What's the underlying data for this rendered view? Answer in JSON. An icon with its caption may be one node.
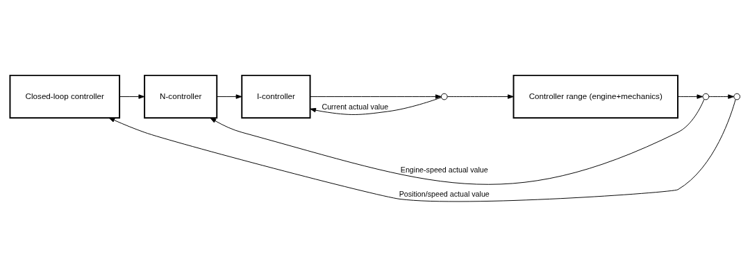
{
  "diagram": {
    "nodes": [
      {
        "text": [
          "Closed-loop controller"
        ]
      },
      {
        "text": [
          "N-controller"
        ]
      },
      {
        "text": [
          "I-controller"
        ]
      },
      {
        "text": [
          "Controller range (engine+mechanics)"
        ]
      },
      {
        "text": [],
        "shape": "circle"
      },
      {
        "text": [],
        "shape": "circle"
      },
      {
        "text": [],
        "shape": "circle"
      }
    ],
    "edges": [
      {
        "from": 0,
        "to": 1,
        "arrow": "to"
      },
      {
        "from": 1,
        "to": 2,
        "arrow": "to"
      },
      {
        "from": 2,
        "to": 4,
        "arrow": "to"
      },
      {
        "from": 4,
        "to": 3,
        "arrow": "to"
      },
      {
        "from": 3,
        "to": 5,
        "arrow": "to"
      },
      {
        "from": 5,
        "to": 6,
        "arrow": "to"
      },
      {
        "from": 4,
        "to": 2,
        "arrow": "to",
        "label": "Current actual value"
      },
      {
        "from": 5,
        "to": 1,
        "arrow": "to",
        "label": "Engine-speed actual value"
      },
      {
        "from": 6,
        "to": 0,
        "arrow": "to",
        "label": "Position/speed actual value"
      }
    ]
  }
}
